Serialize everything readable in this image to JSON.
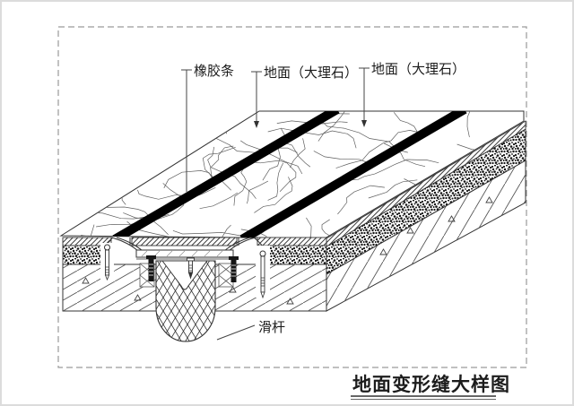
{
  "drawing": {
    "title": "地面变形缝大样图",
    "callouts": [
      {
        "id": "rubber-strip",
        "text": "橡胶条"
      },
      {
        "id": "floor-marble-left",
        "text": "地面（大理石）"
      },
      {
        "id": "floor-marble-right",
        "text": "地面（大理石）"
      },
      {
        "id": "slide-rod",
        "text": "滑杆"
      }
    ],
    "colors": {
      "line": "#333333",
      "joint_strip": "#000000",
      "background": "#ffffff",
      "dashed_border": "#9a9a9a"
    }
  }
}
